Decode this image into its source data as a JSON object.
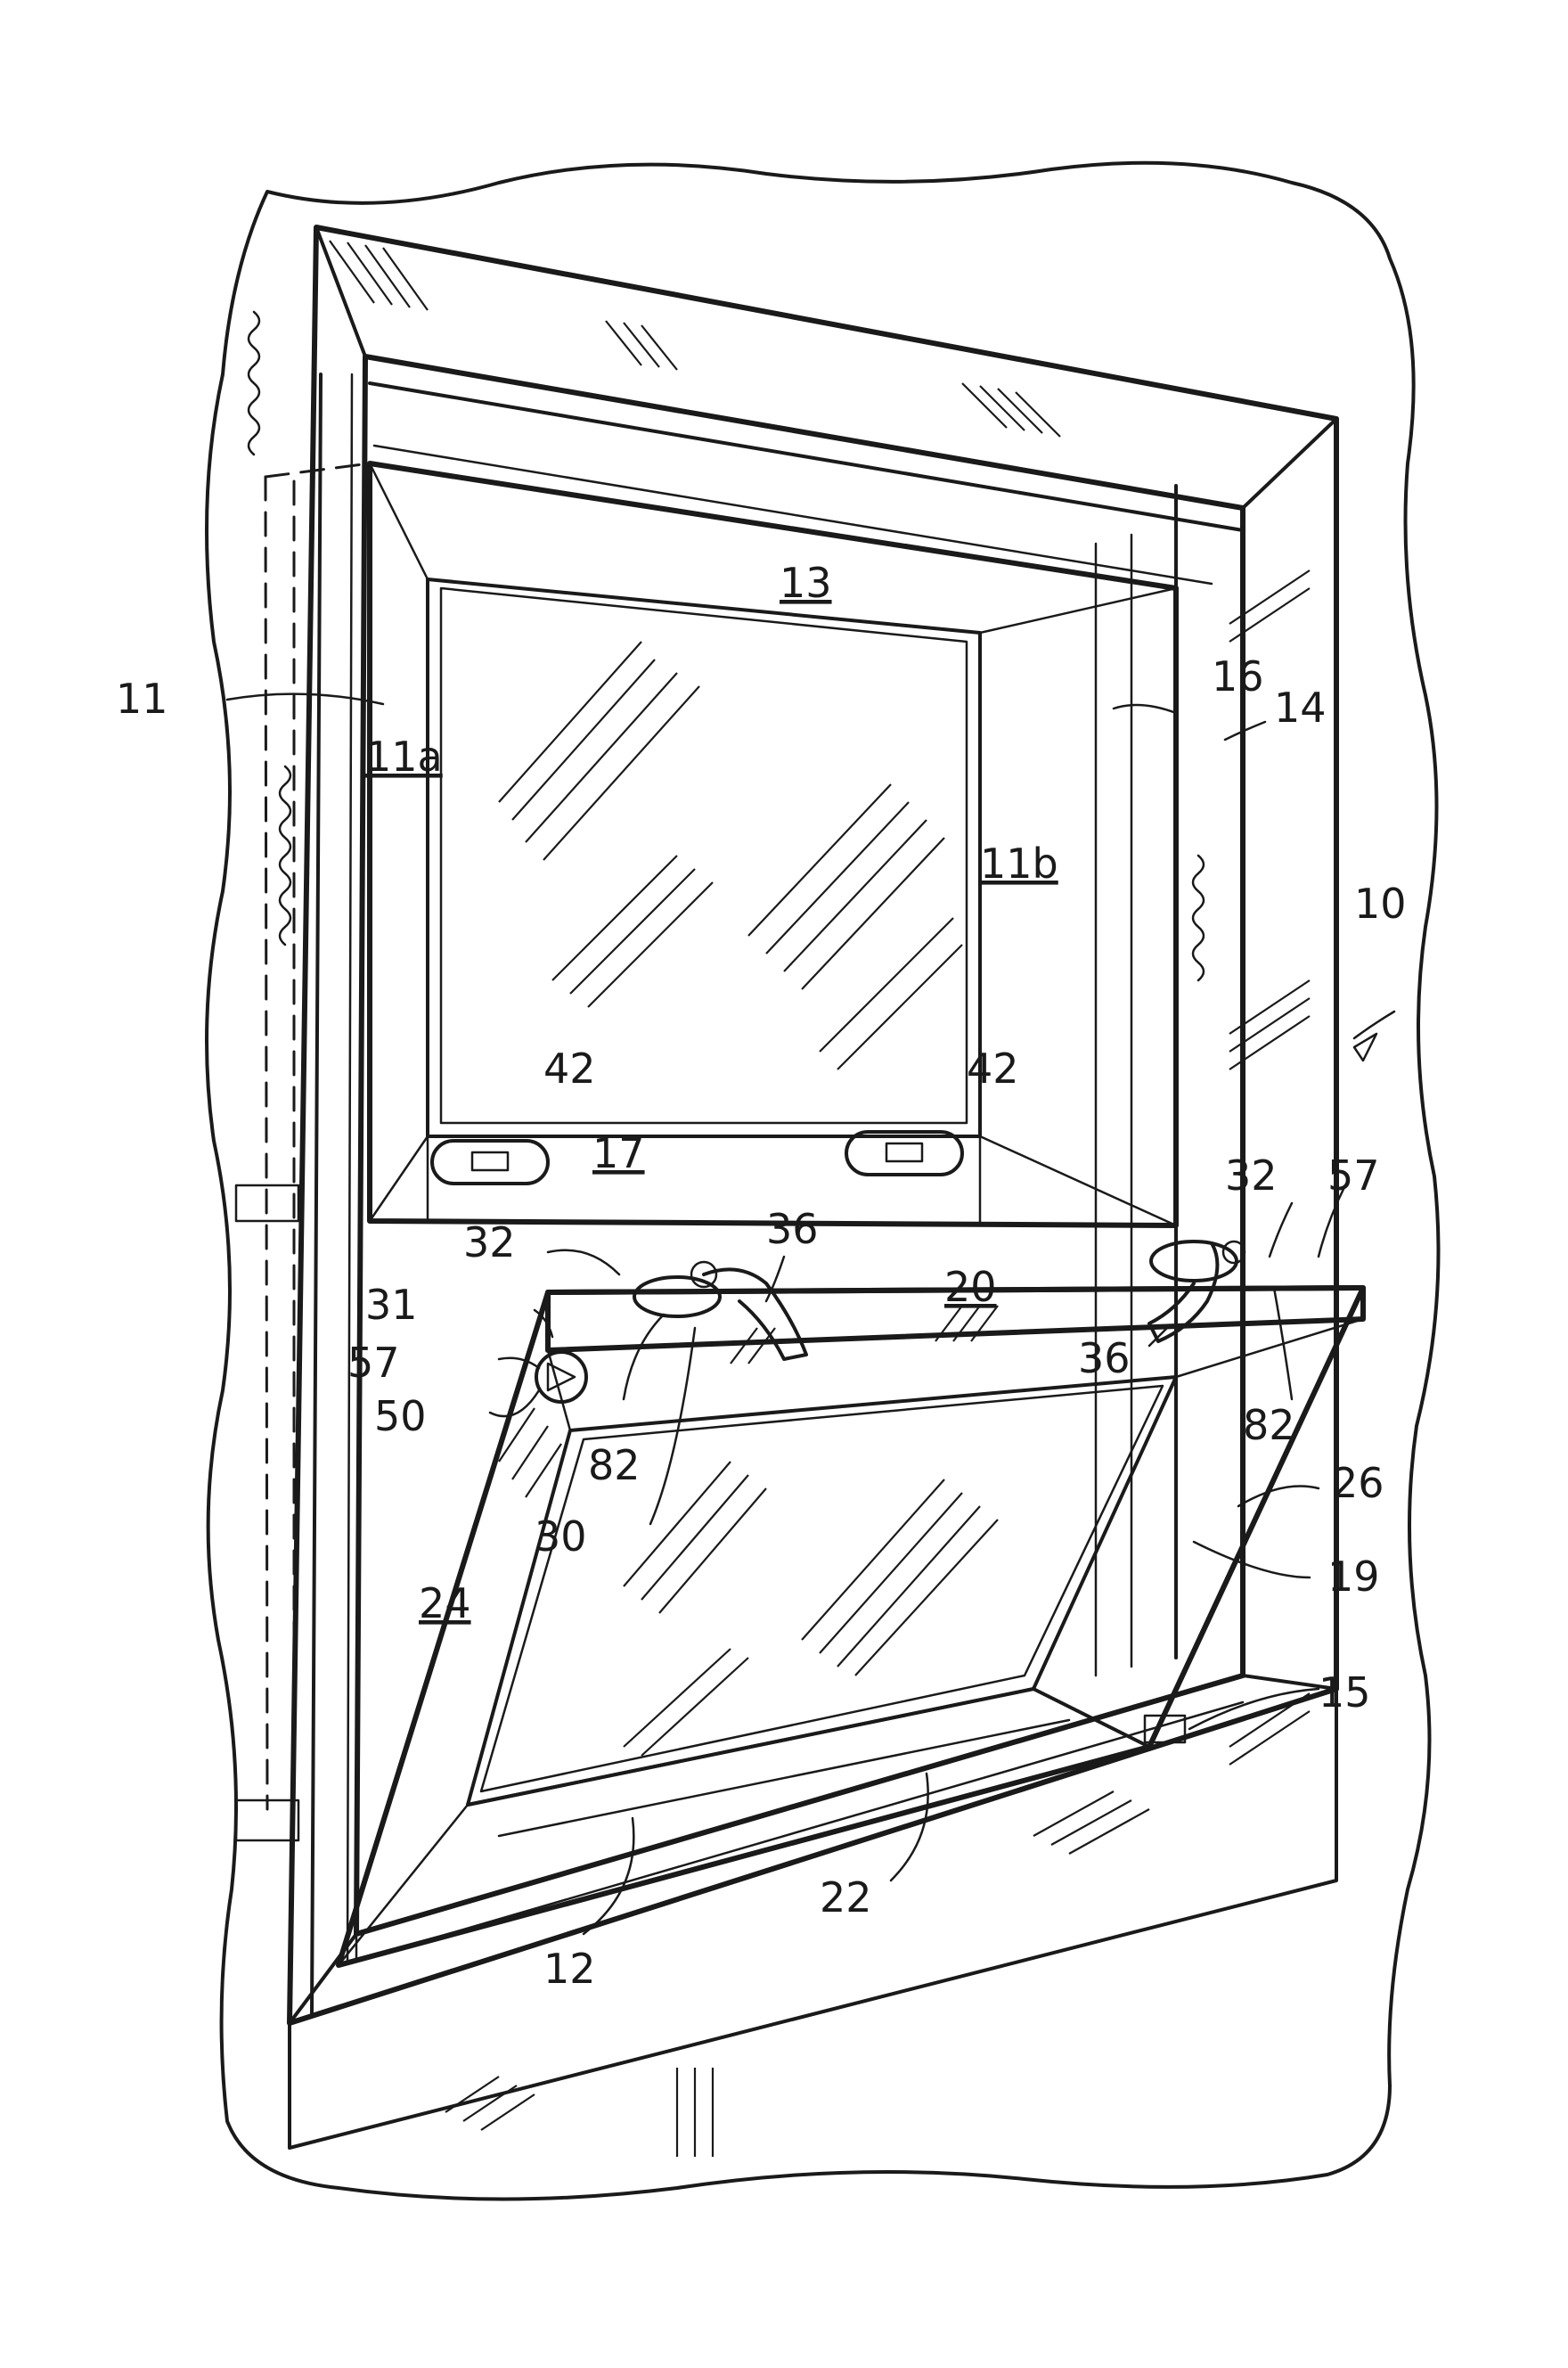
{
  "figure": {
    "labels": {
      "frame": "10",
      "upper_sash": "11",
      "upper_stile_left": "11a",
      "upper_stile_right": "11b",
      "lower_sash": "12",
      "upper_rail": "13",
      "frame_jamb": "14",
      "pivot_pin": "15",
      "jamb_liner": "16",
      "check_rail": "17",
      "pivot_axis": "19",
      "top_rail": "20",
      "bottom_rail": "22",
      "left_stile": "24",
      "right_stile": "26",
      "latch_assembly": "30",
      "lock_arrow": "31",
      "tilt_latch_left": "32",
      "tilt_latch_right": "32",
      "lever_left": "36",
      "lever_right": "36",
      "keeper_left": "42",
      "keeper_right": "42",
      "plug": "50",
      "indicator_left": "57",
      "indicator_right": "57",
      "cover_left": "82",
      "cover_right": "82"
    }
  }
}
